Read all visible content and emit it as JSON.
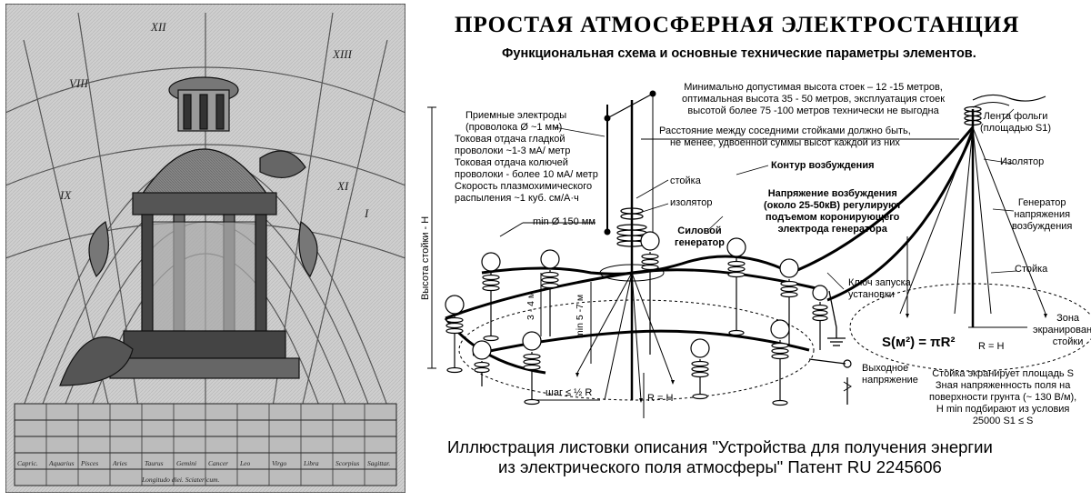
{
  "title": "ПРОСТАЯ АТМОСФЕРНАЯ ЭЛЕКТРОСТАНЦИЯ",
  "subtitle": "Функциональная схема и основные технические параметры элементов.",
  "notes": {
    "height_line1": "Минимально допустимая высота стоек – 12 -15 метров,",
    "height_line2": "оптимальная высота 35 - 50 метров, эксплуатация стоек",
    "height_line3": "высотой более 75 -100 метров технически не выгодна",
    "distance_line1": "Расстояние между соседними стойками должно быть,",
    "distance_line2": "не менее, удвоенной суммы высот каждой из них"
  },
  "electrodes": {
    "line1": "Приемные электроды",
    "line2": "(проволока Ø ~1 мм)",
    "line3": "Токовая отдача гладкой",
    "line4": "проволоки ~1-3 мА/ метр",
    "line5": "Токовая отдача колючей",
    "line6": "проволоки - более 10 мА/ метр",
    "line7": "Скорость плазмохимического",
    "line8": "распыления ~1 куб. см/А·ч"
  },
  "labels": {
    "foil_line1": "Лента фольги",
    "foil_line2": "(площадью S1)",
    "insulator_right": "Изолятор",
    "generator_line1": "Генератор",
    "generator_line2": "напряжения",
    "generator_line3": "возбуждения",
    "stand_right": "Стойка",
    "stand_left": "стойка",
    "insulator_left": "изолятор",
    "contour": "Контур возбуждения",
    "voltage_line1": "Напряжение возбуждения",
    "voltage_line2": "(около 25-50кВ) регулируют",
    "voltage_line3": "подъемом коронирующего",
    "voltage_line4": "электрода генератора",
    "power_gen_line1": "Силовой",
    "power_gen_line2": "генератор",
    "min_diameter": "min Ø 150 мм",
    "stand_height": "Высота стойки - Н",
    "dist_3_4": "3 - 4 м",
    "dist_5_7": "min 5 -7 м",
    "key_line1": "Ключ запуска",
    "key_line2": "установки",
    "zone_line1": "Зона",
    "zone_line2": "экранирования",
    "zone_line3": "стойки",
    "formula": "S(м²) = πR²",
    "r_eq_h_right": "R = H",
    "r_eq_h_center": "R = H",
    "step": "шаг ≤ ½ R",
    "output_line1": "Выходное",
    "output_line2": "напряжение",
    "screen_line1": "Стойка экранирует площадь S",
    "screen_line2": "Зная напряженность поля на",
    "screen_line3": "поверхности грунта (~ 130 В/м),",
    "screen_line4": "H min подбирают из условия",
    "screen_line5": "25000 S1 ≤ S"
  },
  "caption_line1": "Иллюстрация листовки описания \"Устройства для получения энергии",
  "caption_line2": "из электрического поля атмосферы\" Патент RU 2245606",
  "engraving": {
    "roman_numerals": [
      "XII",
      "XIII",
      "VIII",
      "IX",
      "XI",
      "I"
    ],
    "bottom_words": [
      "Capric.",
      "Aquarius",
      "Pisces",
      "Aries",
      "Taurus",
      "Gemini",
      "Cancer",
      "Leo",
      "Virgo",
      "Libra",
      "Scorpius",
      "Sagittar."
    ],
    "bottom_caption": "Longitudo diei. Sciatericum."
  },
  "colors": {
    "ink": "#000000",
    "engraving_bg": "#c9c9c9"
  }
}
